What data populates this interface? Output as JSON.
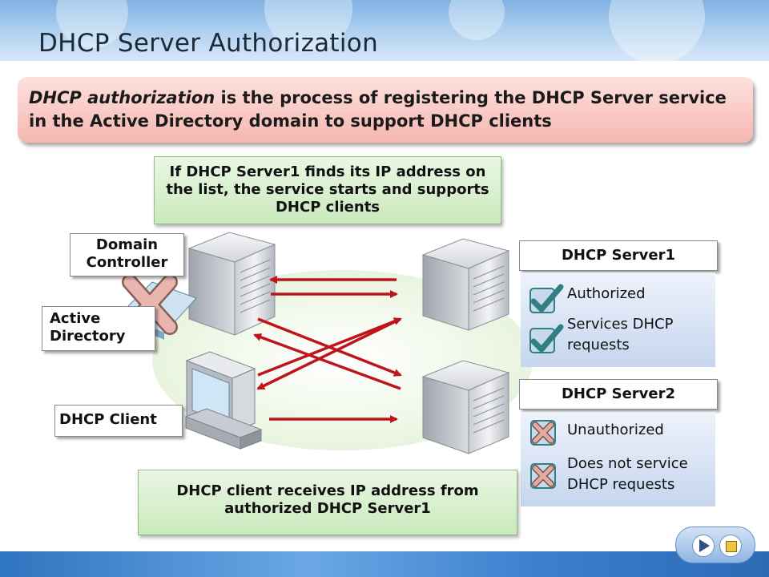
{
  "slide": {
    "title": "DHCP Server Authorization",
    "definition": {
      "term": "DHCP authorization",
      "rest": " is the process of registering the DHCP Server service in the Active Directory domain to support DHCP clients"
    },
    "top_note": "If DHCP Server1 finds its IP address on the list, the service starts and supports DHCP clients",
    "bottom_note": "DHCP client receives IP address from authorized DHCP Server1"
  },
  "labels": {
    "domain_controller": "Domain Controller",
    "active_directory": "Active Directory",
    "dhcp_client": "DHCP Client"
  },
  "servers": [
    {
      "name": "DHCP Server1",
      "status": "authorized",
      "items": [
        "Authorized",
        "Services DHCP requests"
      ]
    },
    {
      "name": "DHCP Server2",
      "status": "unauthorized",
      "items": [
        "Unauthorized",
        "Does not service DHCP requests"
      ]
    }
  ],
  "colors": {
    "arrow": "#c0141c",
    "check": "#2f7f84",
    "cross": "#d9a39b"
  },
  "icons": {
    "play": "play-icon",
    "stop": "stop-icon"
  }
}
